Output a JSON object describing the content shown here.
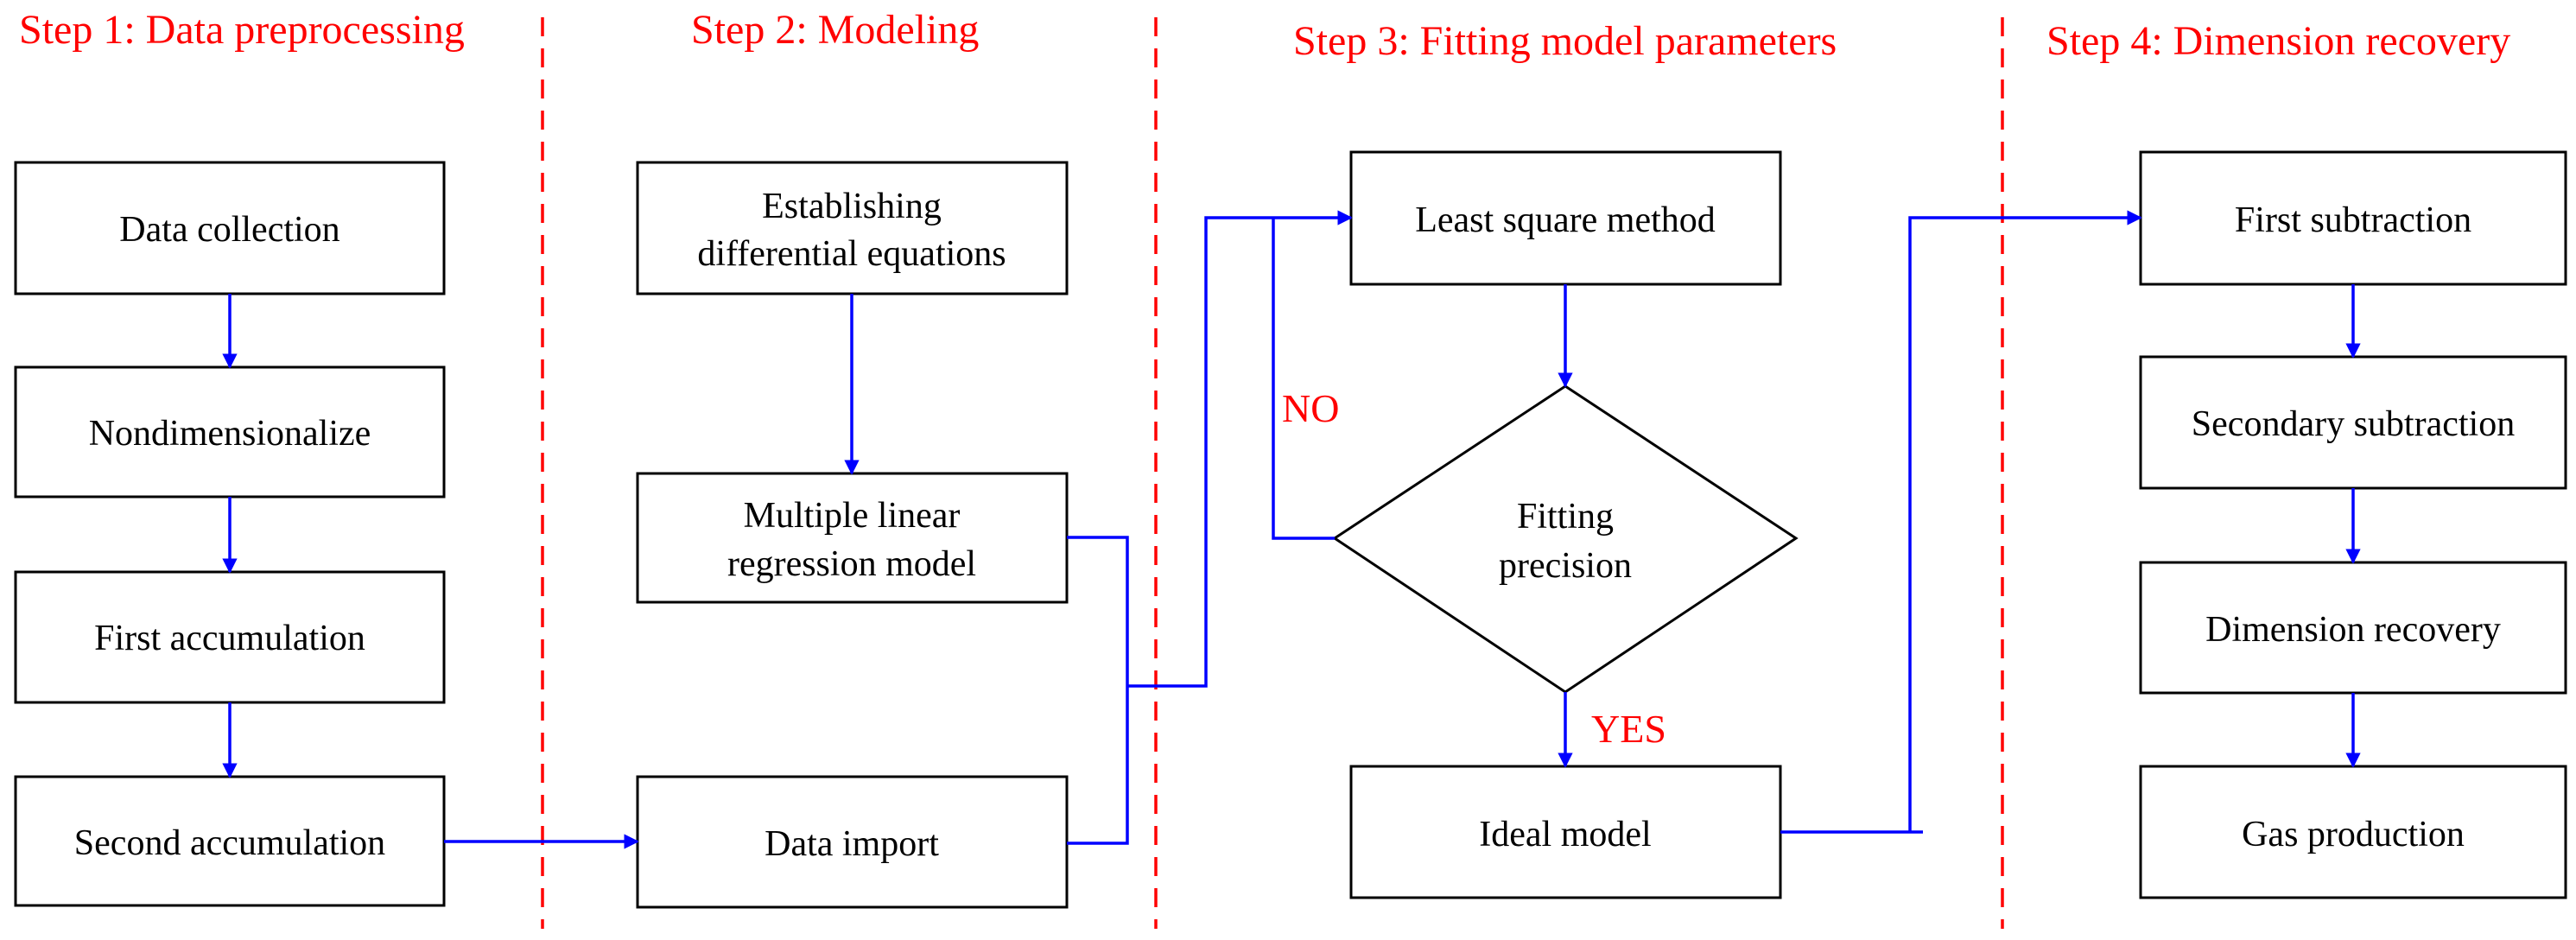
{
  "colors": {
    "title": "#ff0000",
    "divider": "#ff0000",
    "arrow": "#0000ff",
    "box_border": "#000000",
    "branch_label": "#ff0000"
  },
  "steps": [
    {
      "title": "Step 1: Data preprocessing"
    },
    {
      "title": "Step 2: Modeling"
    },
    {
      "title": "Step 3: Fitting model parameters"
    },
    {
      "title": "Step 4: Dimension recovery"
    }
  ],
  "step1": {
    "data_collection": "Data collection",
    "nondimensionalize": "Nondimensionalize",
    "first_accumulation": "First accumulation",
    "second_accumulation": "Second accumulation"
  },
  "step2": {
    "establishing": [
      "Establishing",
      "differential equations"
    ],
    "regression": [
      "Multiple linear",
      "regression model"
    ],
    "data_import": "Data import"
  },
  "step3": {
    "least_square": "Least square method",
    "fitting_precision": [
      "Fitting",
      "precision"
    ],
    "ideal_model": "Ideal model",
    "no_label": "NO",
    "yes_label": "YES"
  },
  "step4": {
    "first_subtraction": "First subtraction",
    "secondary_subtraction": "Secondary subtraction",
    "dimension_recovery": "Dimension recovery",
    "gas_production": "Gas production"
  }
}
